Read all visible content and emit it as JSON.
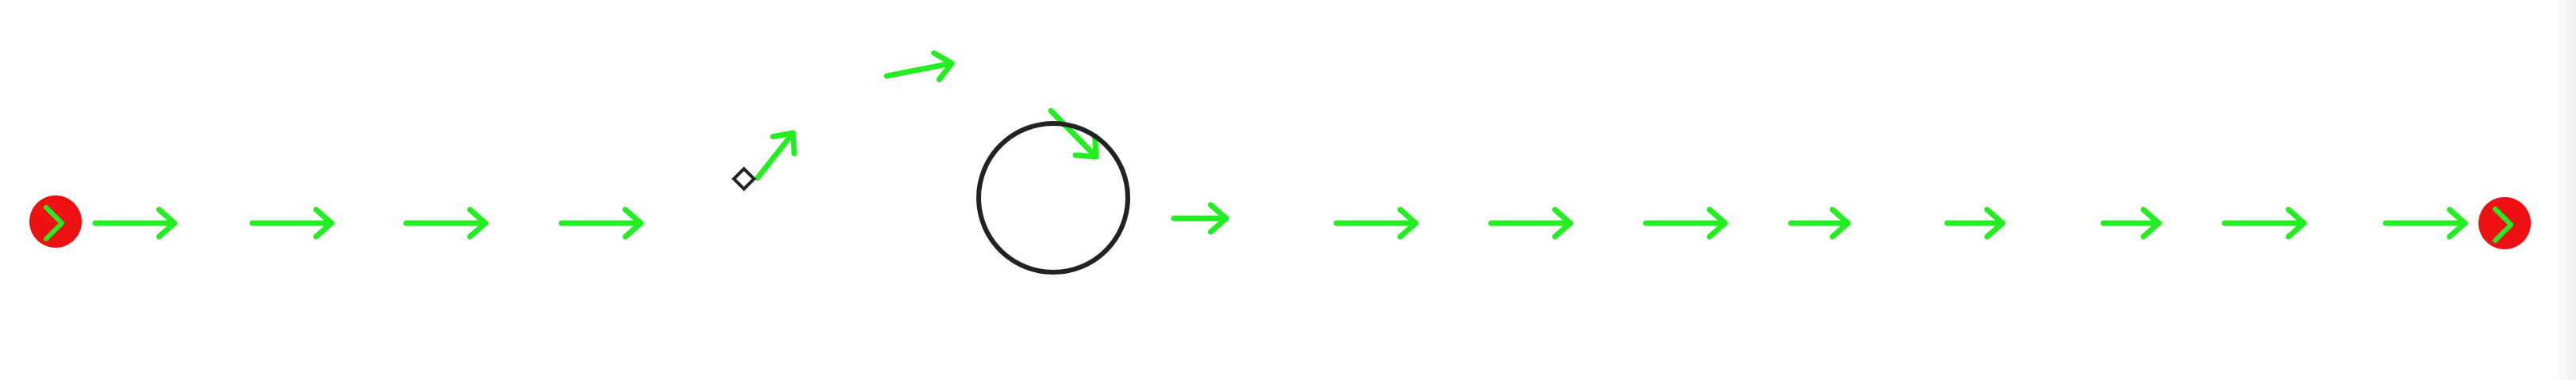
{
  "scene": {
    "background": "#ffffff",
    "arrow_color": "#22ee22",
    "endpoint_color": "#ee1111",
    "obstacle_color": "#222222",
    "marker_color": "#222222"
  },
  "elements": {
    "start_point": "red-dot-start",
    "goal_point": "red-dot-goal",
    "obstacle": "circle-outline",
    "small_marker": "diamond-marker",
    "arrows": "green-direction-arrows"
  }
}
